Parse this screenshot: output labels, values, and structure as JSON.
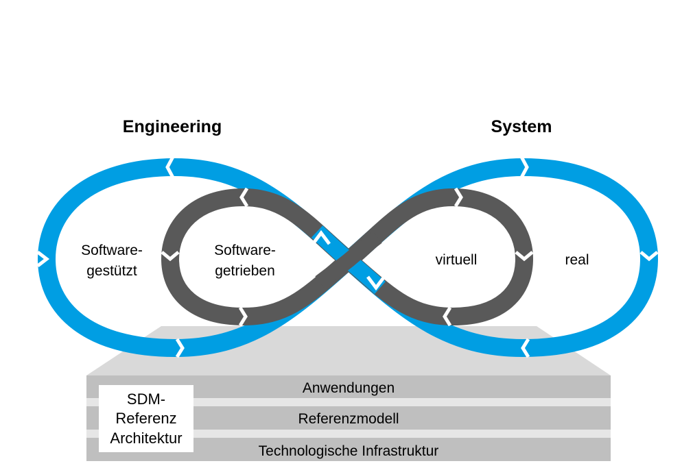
{
  "titles": {
    "left": "Engineering",
    "right": "System"
  },
  "loop_labels": {
    "outer_left_line1": "Software-",
    "outer_left_line2": "gestützt",
    "inner_left_line1": "Software-",
    "inner_left_line2": "getrieben",
    "inner_right": "virtuell",
    "outer_right": "real"
  },
  "layers": {
    "top": "Anwendungen",
    "middle": "Referenzmodell",
    "bottom": "Technologische Infrastruktur"
  },
  "side_box": {
    "line1": "SDM-",
    "line2": "Referenz",
    "line3": "Architektur"
  },
  "colors": {
    "blue": "#009ee3",
    "dark_gray": "#595959",
    "platform_top": "#d9d9d9",
    "layer_front": "#bfbfbf",
    "layer_top": "#e6e6e6",
    "box": "#ffffff"
  },
  "icons": {
    "loop_arrow": "chevron-arrow-icon"
  }
}
